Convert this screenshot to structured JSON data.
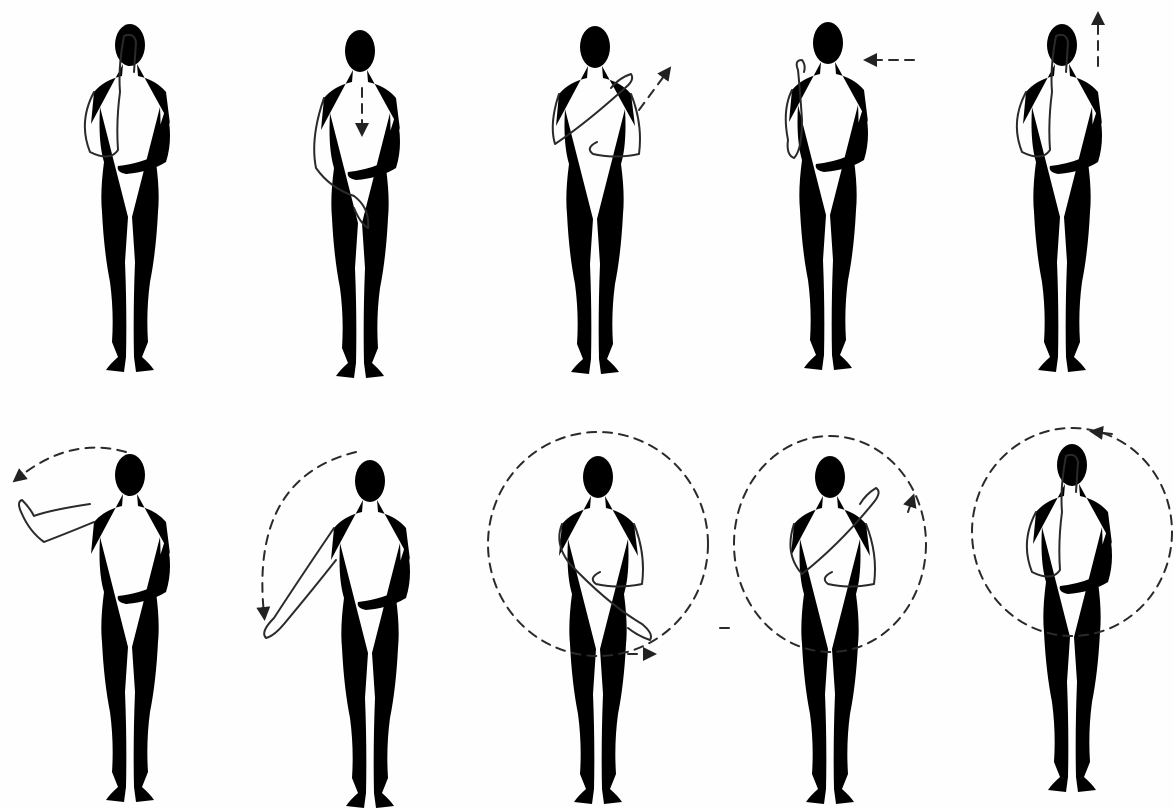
{
  "figure": {
    "rows": [
      {
        "panels": [
          {
            "pose": "right-hand-at-face-left-hand-at-waist"
          },
          {
            "pose": "right-arm-lowered-across-body",
            "motion": "downward-arrow"
          },
          {
            "pose": "right-hand-to-left-shoulder",
            "motion": "outward-diagonal-arrow"
          },
          {
            "pose": "right-hand-raised-palm-out",
            "motion": "leftward-arrow"
          },
          {
            "pose": "right-hand-at-face",
            "motion": "upward-arrow"
          }
        ]
      },
      {
        "panels": [
          {
            "pose": "right-arm-raised-to-side",
            "motion": "arc-arrow"
          },
          {
            "pose": "right-arm-lowered-to-side",
            "motion": "arc-arrow"
          },
          {
            "pose": "right-arm-across-to-hip",
            "motion": "full-circle"
          },
          {
            "pose": "right-arm-across-chest",
            "motion": "full-circle"
          },
          {
            "pose": "right-hand-at-face",
            "motion": "full-circle"
          }
        ]
      }
    ],
    "colors": {
      "line": "#2a2a2a",
      "background": "#fefefe"
    }
  }
}
